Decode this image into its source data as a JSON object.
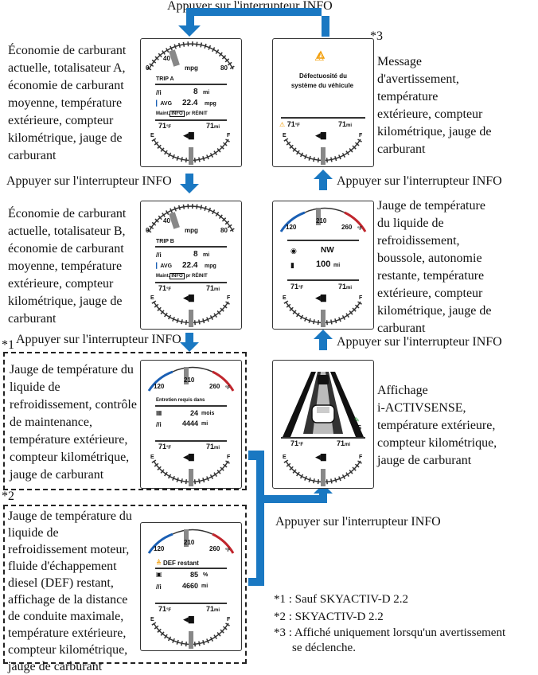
{
  "captions": {
    "top": "Appuyer sur l'interrupteur INFO",
    "left1": "Appuyer sur l'interrupteur INFO",
    "left2": "Appuyer sur l'interrupteur INFO",
    "right1": "Appuyer sur l'interrupteur INFO",
    "right2": "Appuyer sur l'interrupteur INFO",
    "bottom": "Appuyer sur l'interrupteur INFO"
  },
  "markers": {
    "m1": "*1",
    "m2": "*2",
    "m3": "*3"
  },
  "descriptions": {
    "tripA": [
      "Économie de carburant",
      "actuelle, totalisateur A,",
      "économie de carburant",
      "moyenne, température",
      "extérieure, compteur",
      "kilométrique, jauge de",
      "carburant"
    ],
    "tripB": [
      "Économie de carburant",
      "actuelle, totalisateur B,",
      "économie de carburant",
      "moyenne, température",
      "extérieure, compteur",
      "kilométrique, jauge de",
      "carburant"
    ],
    "maint": [
      "Jauge de température du",
      "liquide de",
      "refroidissement, contrôle",
      "de maintenance,",
      "température extérieure,",
      "compteur kilométrique,",
      "jauge de carburant"
    ],
    "def": [
      "Jauge de température du",
      "liquide de",
      "refroidissement moteur,",
      "fluide d'échappement",
      "diesel (DEF) restant,",
      "affichage de la distance",
      "de conduite maximale,",
      "température extérieure,",
      "compteur kilométrique,",
      "jauge de carburant"
    ],
    "warning": [
      "Message",
      "d'avertissement,",
      "température",
      "extérieure, compteur",
      "kilométrique, jauge de",
      "carburant"
    ],
    "compass": [
      "Jauge de température",
      "du liquide de",
      "refroidissement,",
      "boussole, autonomie",
      "restante, température",
      "extérieure, compteur",
      "kilométrique, jauge de",
      "carburant"
    ],
    "activsense": [
      "Affichage",
      "i-ACTIVSENSE,",
      "température extérieure,",
      "compteur kilométrique,",
      "jauge de carburant"
    ]
  },
  "footnotes": {
    "n1": "*1 : Sauf SKYACTIV-D 2.2",
    "n2": "*2 : SKYACTIV-D 2.2",
    "n3a": "*3 : Affiché uniquement lorsqu'un avertissement",
    "n3b": "se déclenche."
  },
  "gauge": {
    "mpg_min": "0",
    "mpg_mid": "40",
    "mpg_max": "80",
    "mpg_unit": "mpg",
    "temp_min": "120",
    "temp_mid": "210",
    "temp_max": "260",
    "temp_unit": "°F",
    "fuel_e": "E",
    "fuel_f": "F"
  },
  "tripA": {
    "title": "TRIP A",
    "trip_val": "8",
    "trip_unit": "mi",
    "avg_label": "AVG",
    "avg_val": "22.4",
    "avg_unit": "mpg",
    "reset": "pr RÉINIT",
    "reset_pre": "Maint.",
    "reset_box": "INFO"
  },
  "tripB": {
    "title": "TRIP B",
    "trip_val": "8",
    "trip_unit": "mi",
    "avg_label": "AVG",
    "avg_val": "22.4",
    "avg_unit": "mpg",
    "reset": "pr RÉINIT",
    "reset_pre": "Maint.",
    "reset_box": "INFO"
  },
  "maint": {
    "title": "Entretien requis dans",
    "months_val": "24",
    "months_unit": "mois",
    "dist_val": "4444",
    "dist_unit": "mi"
  },
  "def": {
    "title": "DEF restant",
    "pct_val": "85",
    "pct_unit": "%",
    "dist_val": "4660",
    "dist_unit": "mi"
  },
  "warning": {
    "line1": "Défectuosité du",
    "line2": "système du véhicule"
  },
  "compass": {
    "heading": "NW",
    "range_val": "100",
    "range_unit": "mi"
  },
  "activsense": {
    "speed": "55"
  },
  "status": {
    "temp": "71",
    "temp_unit": "°F",
    "odo": "71",
    "odo_unit": "mi"
  },
  "colors": {
    "arrow": "#1a78c2",
    "cold": "#1a5fb4",
    "hot": "#c0262d",
    "warn": "#f29b00",
    "green": "#2e9b3a"
  }
}
